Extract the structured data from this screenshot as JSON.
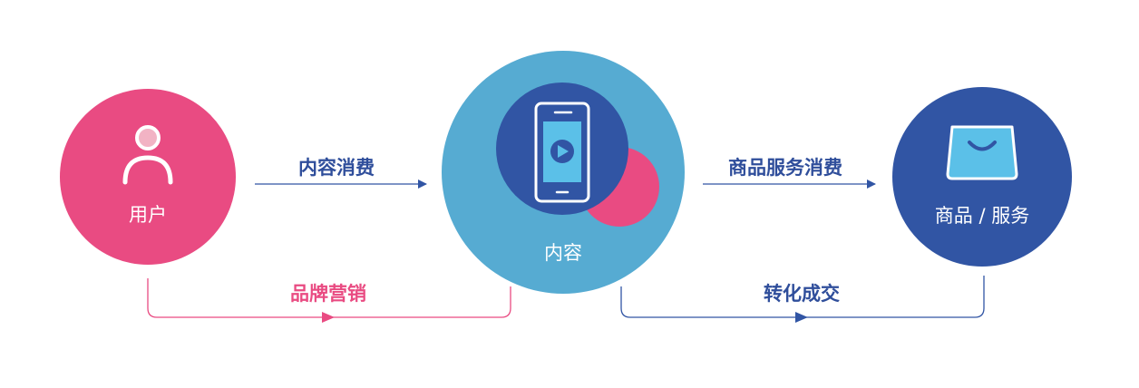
{
  "nodes": {
    "user": {
      "label": "用户"
    },
    "content": {
      "label": "内容"
    },
    "goods": {
      "label": "商品 / 服务"
    }
  },
  "edges": {
    "content_consumption": {
      "label": "内容消费"
    },
    "goods_consumption": {
      "label": "商品服务消费"
    },
    "brand_marketing": {
      "label": "品牌营销"
    },
    "conversion": {
      "label": "转化成交"
    }
  },
  "colors": {
    "pink": "#e94b82",
    "light_blue": "#56abd2",
    "dark_blue": "#3155a4",
    "screen_blue": "#5bc0e8",
    "light_pink": "#f2b3c4",
    "label_blue": "#2f4e9b"
  }
}
